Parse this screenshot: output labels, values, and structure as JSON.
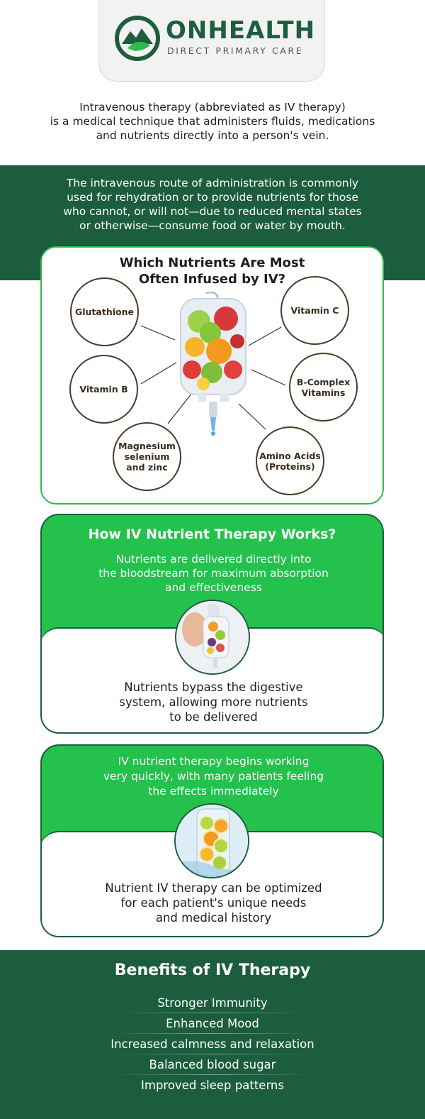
{
  "brand": {
    "name": "ONHEALTH",
    "tagline": "DIRECT PRIMARY CARE",
    "color": "#1e5e3e"
  },
  "intro": {
    "lines": [
      "Intravenous therapy (abbreviated as IV therapy)",
      "is a medical technique that administers fluids, medications",
      "and nutrients directly into a person's vein."
    ]
  },
  "band": {
    "lines": [
      "The intravenous route of administration is commonly",
      "used for rehydration or to provide nutrients for those",
      "who cannot, or will not—due to reduced mental states",
      "or otherwise—consume food or water by mouth."
    ]
  },
  "nutrients": {
    "title_lines": [
      "Which Nutrients Are Most",
      "Often Infused by IV?"
    ],
    "items": [
      {
        "lines": [
          "Glutathione"
        ]
      },
      {
        "lines": [
          "Vitamin C"
        ]
      },
      {
        "lines": [
          "Vitamin B"
        ]
      },
      {
        "lines": [
          "B-Complex",
          "Vitamins"
        ]
      },
      {
        "lines": [
          "Magnesium",
          "selenium",
          "and zinc"
        ]
      },
      {
        "lines": [
          "Amino Acids",
          "(Proteins)"
        ]
      }
    ],
    "center_icon": "iv-bag-with-fruit-icon"
  },
  "how": {
    "title": "How IV Nutrient Therapy Works?",
    "lines": [
      "Nutrients are delivered directly into",
      "the bloodstream for maximum absorption",
      "and effectiveness"
    ],
    "photo_icon": "gloved-hand-holding-iv-bag-icon",
    "bottom_lines": [
      "Nutrients bypass the digestive",
      "system, allowing more nutrients",
      "to be delivered"
    ]
  },
  "quick": {
    "lines": [
      "IV nutrient therapy begins working",
      "very quickly, with many patients feeling",
      "the effects immediately"
    ],
    "photo_icon": "citrus-slices-in-iv-bag-icon",
    "bottom_lines": [
      "Nutrient IV therapy can be optimized",
      "for each patient's unique needs",
      "and medical history"
    ]
  },
  "benefits": {
    "title": "Benefits of IV Therapy",
    "items": [
      "Stronger Immunity",
      "Enhanced Mood",
      "Increased calmness and relaxation",
      "Balanced blood sugar",
      "Improved sleep patterns"
    ]
  },
  "colors": {
    "dark_green": "#1c5d3d",
    "bright_green": "#24c14c",
    "card_border": "#2ebc4f",
    "circle_border": "#4b3a28"
  }
}
